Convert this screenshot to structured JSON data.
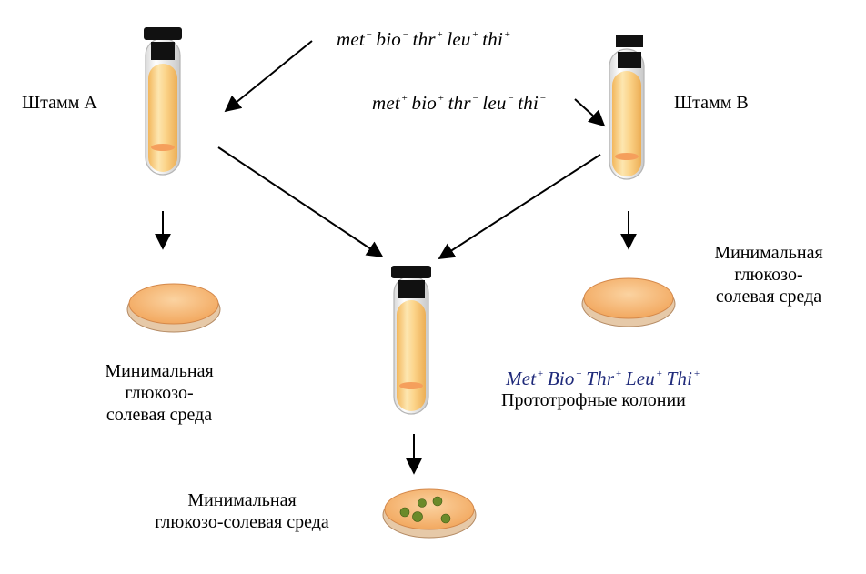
{
  "genotype_a": [
    {
      "gene": "met",
      "sign": "−"
    },
    {
      "gene": "bio",
      "sign": "−"
    },
    {
      "gene": "thr",
      "sign": "+"
    },
    {
      "gene": "leu",
      "sign": "+"
    },
    {
      "gene": "thi",
      "sign": "+"
    }
  ],
  "genotype_b": [
    {
      "gene": "met",
      "sign": "+"
    },
    {
      "gene": "bio",
      "sign": "+"
    },
    {
      "gene": "thr",
      "sign": "−"
    },
    {
      "gene": "leu",
      "sign": "−"
    },
    {
      "gene": "thi",
      "sign": "−"
    }
  ],
  "genotype_result": [
    {
      "gene": "Met",
      "sign": "+"
    },
    {
      "gene": "Bio",
      "sign": "+"
    },
    {
      "gene": "Thr",
      "sign": "+"
    },
    {
      "gene": "Leu",
      "sign": "+"
    },
    {
      "gene": "Thi",
      "sign": "+"
    }
  ],
  "labels": {
    "strain_a": "Штамм А",
    "strain_b": "Штамм В",
    "medium_left": [
      "Минимальная",
      "глюкозо-",
      "солевая среда"
    ],
    "medium_right": [
      "Минимальная",
      "глюкозо-",
      "солевая среда"
    ],
    "medium_bottom": [
      "Минимальная",
      "глюкозо-солевая среда"
    ],
    "prototroph": "Прототрофные колонии"
  },
  "colors": {
    "medium": "#fbc779",
    "sediment": "#f59f5c",
    "cap": "#111111",
    "agar": "#f9bf83",
    "colony": "#6b8a2a",
    "genotype_result": "#1f2a7a"
  }
}
